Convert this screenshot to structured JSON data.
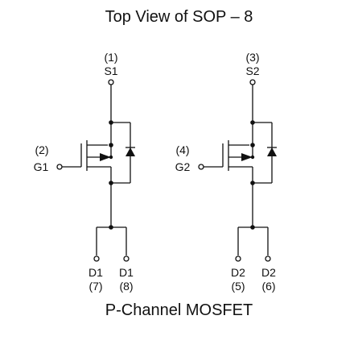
{
  "title": "Top View of SOP – 8",
  "caption": "P-Channel MOSFET",
  "transistors": [
    {
      "source": {
        "label": "S1",
        "pin": "(1)"
      },
      "gate": {
        "label": "G1",
        "pin": "(2)"
      },
      "drains": [
        {
          "label": "D1",
          "pin": "(7)"
        },
        {
          "label": "D1",
          "pin": "(8)"
        }
      ]
    },
    {
      "source": {
        "label": "S2",
        "pin": "(3)"
      },
      "gate": {
        "label": "G2",
        "pin": "(4)"
      },
      "drains": [
        {
          "label": "D2",
          "pin": "(5)"
        },
        {
          "label": "D2",
          "pin": "(6)"
        }
      ]
    }
  ]
}
